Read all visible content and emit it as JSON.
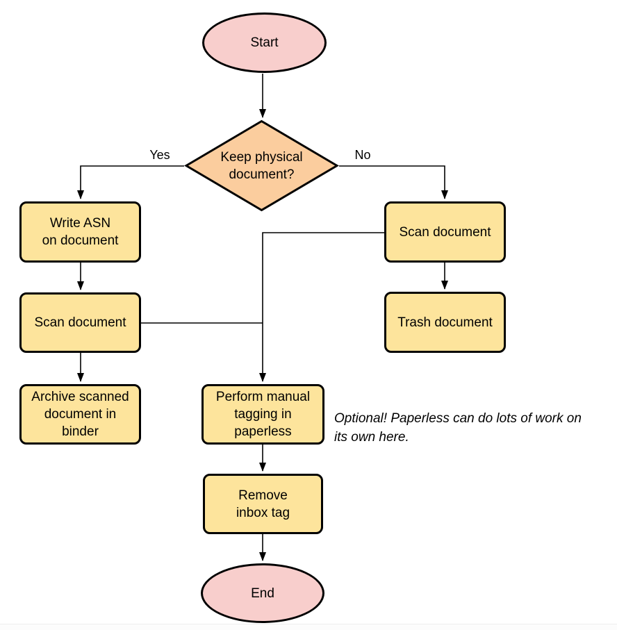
{
  "colors": {
    "background": "#ffffff",
    "terminal_fill": "#f8cecc",
    "decision_fill": "#fbcd9e",
    "process_fill": "#fde49c",
    "stroke": "#000000",
    "bottom_divider": "#ededed"
  },
  "nodes": {
    "start": {
      "type": "terminal",
      "label": "Start"
    },
    "decision": {
      "type": "decision",
      "label": "Keep physical\ndocument?"
    },
    "write_asn": {
      "type": "process",
      "label": "Write ASN\non document"
    },
    "scan_left": {
      "type": "process",
      "label": "Scan document"
    },
    "archive": {
      "type": "process",
      "label": "Archive scanned\ndocument in\nbinder"
    },
    "scan_right": {
      "type": "process",
      "label": "Scan document"
    },
    "trash": {
      "type": "process",
      "label": "Trash document"
    },
    "tagging": {
      "type": "process",
      "label": "Perform manual\ntagging in\npaperless"
    },
    "remove_inbox": {
      "type": "process",
      "label": "Remove\ninbox tag"
    },
    "end": {
      "type": "terminal",
      "label": "End"
    }
  },
  "edges": {
    "yes_label": "Yes",
    "no_label": "No"
  },
  "annotation": {
    "text": "Optional! Paperless can do lots of work on\nits own here."
  }
}
